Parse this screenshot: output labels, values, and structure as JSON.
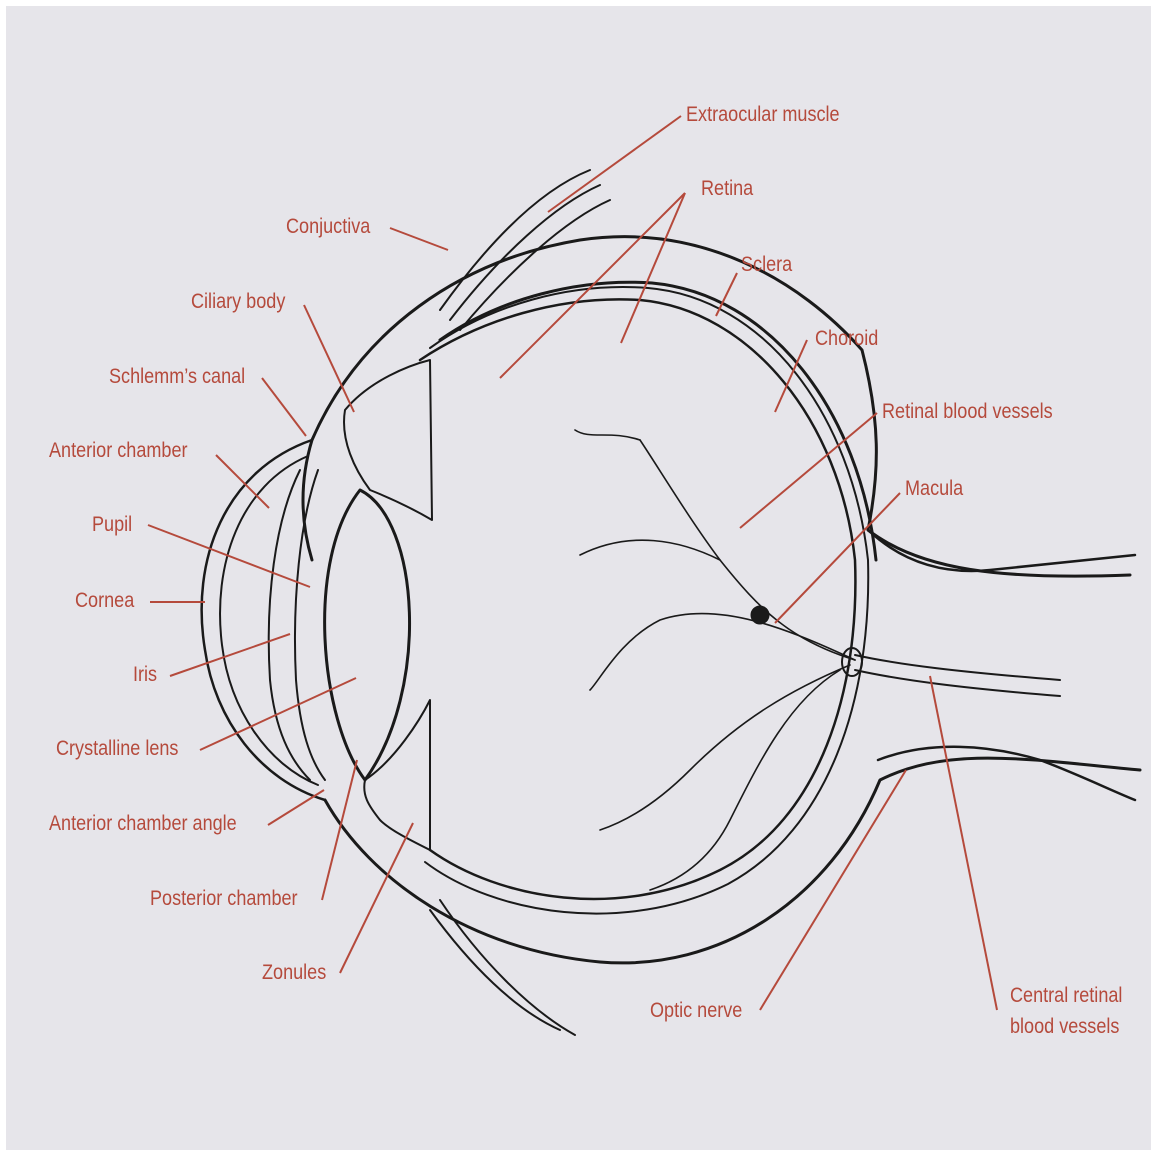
{
  "accent_color": "#b54a3c",
  "background_color": "#e6e5ea",
  "labels": {
    "extraocular_muscle": "Extraocular muscle",
    "retina": "Retina",
    "conjuctiva": "Conjuctiva",
    "sclera": "Sclera",
    "ciliary_body": "Ciliary body",
    "choroid": "Choroid",
    "schlemms_canal": "Schlemm’s canal",
    "retinal_blood_vessels": "Retinal blood vessels",
    "anterior_chamber": "Anterior chamber",
    "macula": "Macula",
    "pupil": "Pupil",
    "cornea": "Cornea",
    "iris": "Iris",
    "crystalline_lens": "Crystalline lens",
    "anterior_chamber_angle": "Anterior chamber angle",
    "posterior_chamber": "Posterior chamber",
    "zonules": "Zonules",
    "optic_nerve": "Optic nerve",
    "central_retinal_blood_vessels": [
      "Central retinal",
      "blood vessels"
    ]
  }
}
